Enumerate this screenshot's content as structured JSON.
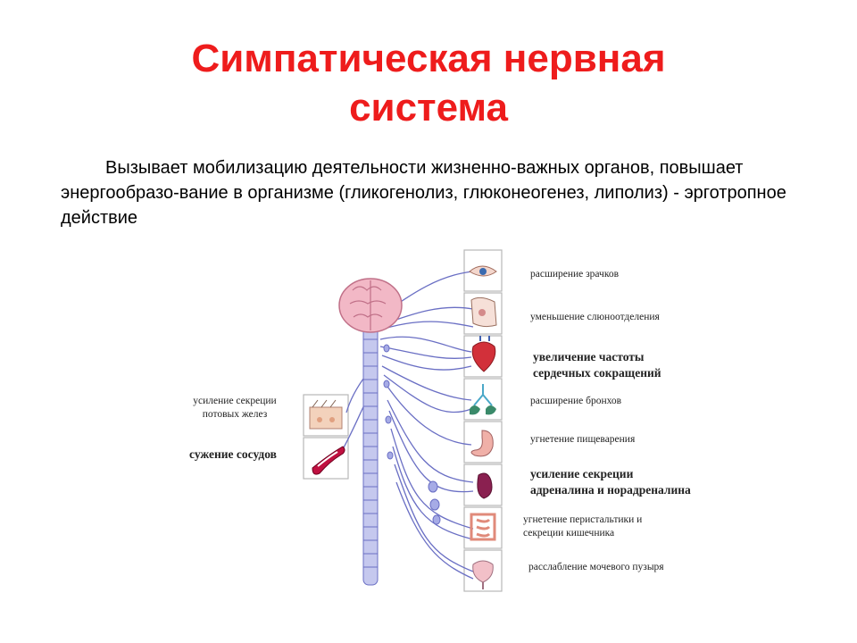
{
  "slide": {
    "title_line1": "Симпатическая нервная",
    "title_line2": "система",
    "text": "Вызывает мобилизацию деятельности жизненно-важных органов, повышает энергообразо-вание в организме (гликогенолиз, глюконеогенез, липолиз) - эрготропное действие"
  },
  "diagram": {
    "left_labels": {
      "sweat_1": "усиление секреции",
      "sweat_2": "потовых желез",
      "vessels": "сужение сосудов"
    },
    "right_labels": {
      "pupils": "расширение зрачков",
      "saliva": "уменьшение слюноотделения",
      "heart_1": "увеличение частоты",
      "heart_2": "сердечных сокращений",
      "bronchi": "расширение бронхов",
      "digestion": "угнетение пищеварения",
      "adrenal_1": "усиление секреции",
      "adrenal_2": "адреналина и норадреналина",
      "intestine_1": "угнетение перистальтики и",
      "intestine_2": "секреции кишечника",
      "bladder": "расслабление мочевого пузыря"
    },
    "colors": {
      "title": "#ee1c1c",
      "nerve": "#6a6fc4",
      "spine": "#8c92d8",
      "brain": "#f2b8c6"
    }
  }
}
